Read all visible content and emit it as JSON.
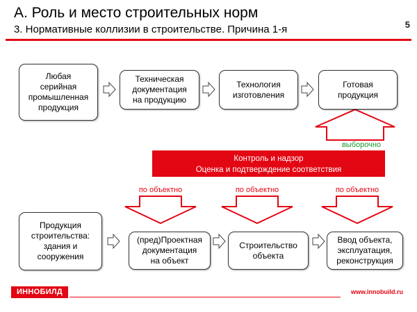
{
  "header": {
    "title": "А. Роль и место строительных норм",
    "subtitle": "3. Нормативные коллизии в строительстве. Причина 1-я",
    "page_number": "5"
  },
  "top_flow": {
    "boxes": [
      [
        "Любая",
        "серийная",
        "промышленная",
        "продукция"
      ],
      [
        "Техническая",
        "документация",
        "на продукцию"
      ],
      [
        "Технология",
        "изготовления"
      ],
      [
        "Готовая",
        "продукция"
      ]
    ]
  },
  "sampling_label": "выборочно",
  "banner": {
    "line1": "Контроль и надзор",
    "line2": "Оценка и подтверждение соответствия"
  },
  "object_labels": [
    "по объектно",
    "по объектно",
    "по объектно"
  ],
  "bottom_flow": {
    "boxes": [
      [
        "Продукция",
        "строительства:",
        "здания и",
        "сооружения"
      ],
      [
        "(пред)Проектная",
        "документация",
        "на объект"
      ],
      [
        "Строительство",
        "объекта"
      ],
      [
        "Ввод объекта,",
        "эксплуатация,",
        "реконструкция"
      ]
    ]
  },
  "footer": {
    "logo": "ИННОБИЛД",
    "url": "www.innobuild.ru"
  },
  "colors": {
    "accent_red": "#e30613",
    "green": "#1a9a2e"
  }
}
